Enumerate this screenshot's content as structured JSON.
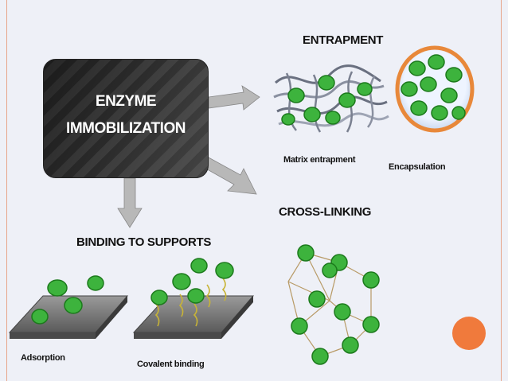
{
  "title_line1": "ENZYME",
  "title_line2": "IMMOBILIZATION",
  "methods": {
    "entrapment": "ENTRAPMENT",
    "cross_linking": "CROSS-LINKING",
    "binding": "BINDING TO SUPPORTS"
  },
  "labels": {
    "matrix": "Matrix entrapment",
    "encapsulation": "Encapsulation",
    "adsorption": "Adsorption",
    "covalent": "Covalent binding"
  },
  "colors": {
    "arrow": "#b8b8b8",
    "enzyme": "#3db33d",
    "accent": "#f07a3c",
    "sphere_rim": "#e8883a"
  }
}
